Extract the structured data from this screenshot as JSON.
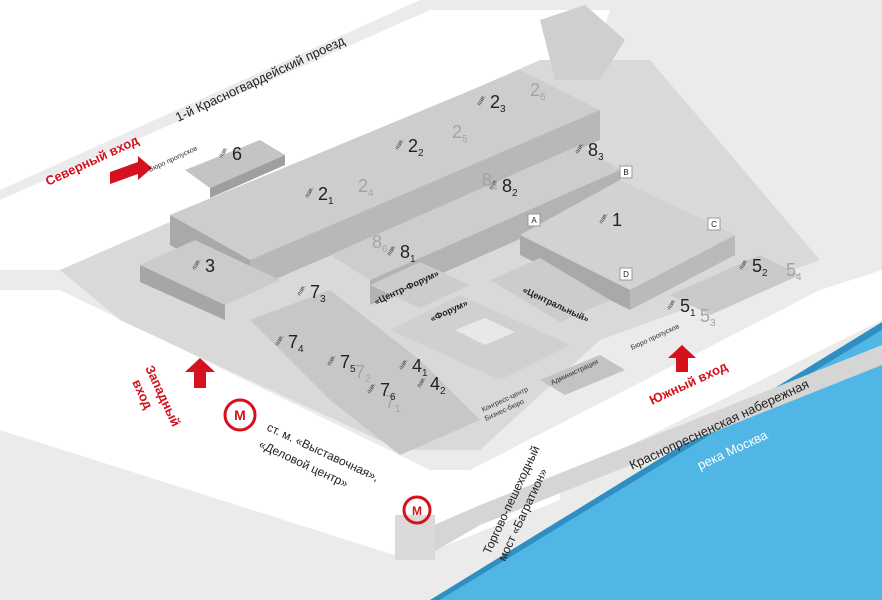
{
  "roads": {
    "krasnogvardeisky": "1-й Красногвардейский проезд",
    "embankment": "Краснопресненская набережная"
  },
  "river": "река Москва",
  "entrances": {
    "north": "Северный вход",
    "south": "Южный вход",
    "west_line1": "Западный",
    "west_line2": "вход"
  },
  "metro": {
    "line1": "ст. м. «Выставочная»,",
    "line2": "«Деловой центр»"
  },
  "bridge": {
    "line1": "Торгово-пешеходный",
    "line2": "мост «Багратион»"
  },
  "pass_office": "Бюро пропусков",
  "pavilion_prefix": "пав.",
  "halls": {
    "forum": "«Форум»",
    "centr_forum": "«Центр-Форум»",
    "centralny": "«Центральный»",
    "administration": "Администрация",
    "congress_line1": "Конгресс-центр",
    "congress_line2": "Бизнес-бюро"
  },
  "pavilions": [
    {
      "id": "p1",
      "main": "1",
      "sub": "",
      "ghost": false
    },
    {
      "id": "p2-1",
      "main": "2",
      "sub": "1",
      "ghost": false
    },
    {
      "id": "p2-2",
      "main": "2",
      "sub": "2",
      "ghost": false
    },
    {
      "id": "p2-3",
      "main": "2",
      "sub": "3",
      "ghost": false
    },
    {
      "id": "p2-4",
      "main": "2",
      "sub": "4",
      "ghost": true
    },
    {
      "id": "p2-5",
      "main": "2",
      "sub": "5",
      "ghost": true
    },
    {
      "id": "p2-6",
      "main": "2",
      "sub": "6",
      "ghost": true
    },
    {
      "id": "p3",
      "main": "3",
      "sub": "",
      "ghost": false
    },
    {
      "id": "p4-1",
      "main": "4",
      "sub": "1",
      "ghost": false
    },
    {
      "id": "p4-2",
      "main": "4",
      "sub": "2",
      "ghost": false
    },
    {
      "id": "p5-1",
      "main": "5",
      "sub": "1",
      "ghost": false
    },
    {
      "id": "p5-2",
      "main": "5",
      "sub": "2",
      "ghost": false
    },
    {
      "id": "p5-3",
      "main": "5",
      "sub": "3",
      "ghost": true
    },
    {
      "id": "p5-4",
      "main": "5",
      "sub": "4",
      "ghost": true
    },
    {
      "id": "p6",
      "main": "6",
      "sub": "",
      "ghost": false
    },
    {
      "id": "p7-1",
      "main": "7",
      "sub": "1",
      "ghost": true
    },
    {
      "id": "p7-2",
      "main": "7",
      "sub": "2",
      "ghost": true
    },
    {
      "id": "p7-3",
      "main": "7",
      "sub": "3",
      "ghost": false
    },
    {
      "id": "p7-4",
      "main": "7",
      "sub": "4",
      "ghost": false
    },
    {
      "id": "p7-5",
      "main": "7",
      "sub": "5",
      "ghost": false
    },
    {
      "id": "p7-6",
      "main": "7",
      "sub": "6",
      "ghost": false
    },
    {
      "id": "p8-1",
      "main": "8",
      "sub": "1",
      "ghost": false
    },
    {
      "id": "p8-2",
      "main": "8",
      "sub": "2",
      "ghost": false
    },
    {
      "id": "p8-3",
      "main": "8",
      "sub": "3",
      "ghost": false
    },
    {
      "id": "p8-4",
      "main": "8",
      "sub": "4",
      "ghost": true
    },
    {
      "id": "p8-6",
      "main": "8",
      "sub": "6",
      "ghost": true
    }
  ],
  "corner_markers": [
    "A",
    "B",
    "C",
    "D"
  ],
  "colors": {
    "entrance_red": "#d4111c",
    "river_blue": "#4fb6e6",
    "building_grey": "#c8c8c8",
    "ground_grey": "#e3e3e3"
  }
}
